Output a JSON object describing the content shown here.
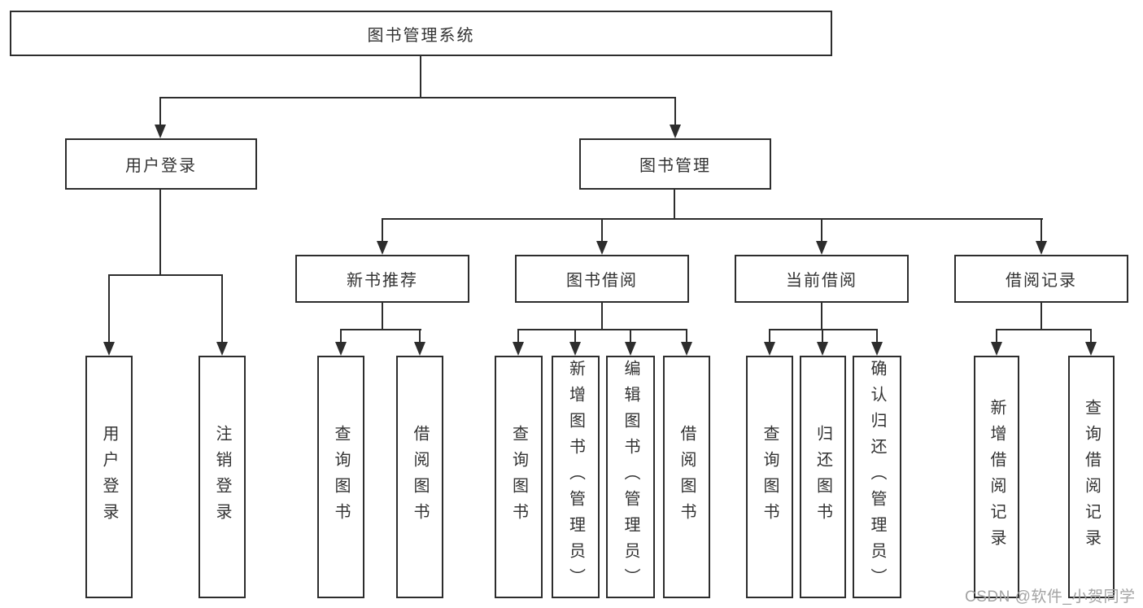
{
  "diagram": {
    "title": "图书管理系统",
    "level2": [
      {
        "label": "用户登录",
        "children": [
          {
            "label": "用户登录"
          },
          {
            "label": "注销登录"
          }
        ]
      },
      {
        "label": "图书管理",
        "children": [
          {
            "label": "新书推荐",
            "children": [
              {
                "label": "查询图书"
              },
              {
                "label": "借阅图书"
              }
            ]
          },
          {
            "label": "图书借阅",
            "children": [
              {
                "label": "查询图书"
              },
              {
                "label": "新增图书（管理员）"
              },
              {
                "label": "编辑图书（管理员）"
              },
              {
                "label": "借阅图书"
              }
            ]
          },
          {
            "label": "当前借阅",
            "children": [
              {
                "label": "查询图书"
              },
              {
                "label": "归还图书"
              },
              {
                "label": "确认归还（管理员）"
              }
            ]
          },
          {
            "label": "借阅记录",
            "children": [
              {
                "label": "新增借阅记录"
              },
              {
                "label": "查询借阅记录"
              }
            ]
          }
        ]
      }
    ],
    "watermark": "CSDN @软件_小贺同学"
  },
  "colors": {
    "line": "#2d2d2d",
    "box_border": "#2d2d2d",
    "text": "#333333",
    "background": "#ffffff",
    "watermark": "#a3a3a3"
  }
}
